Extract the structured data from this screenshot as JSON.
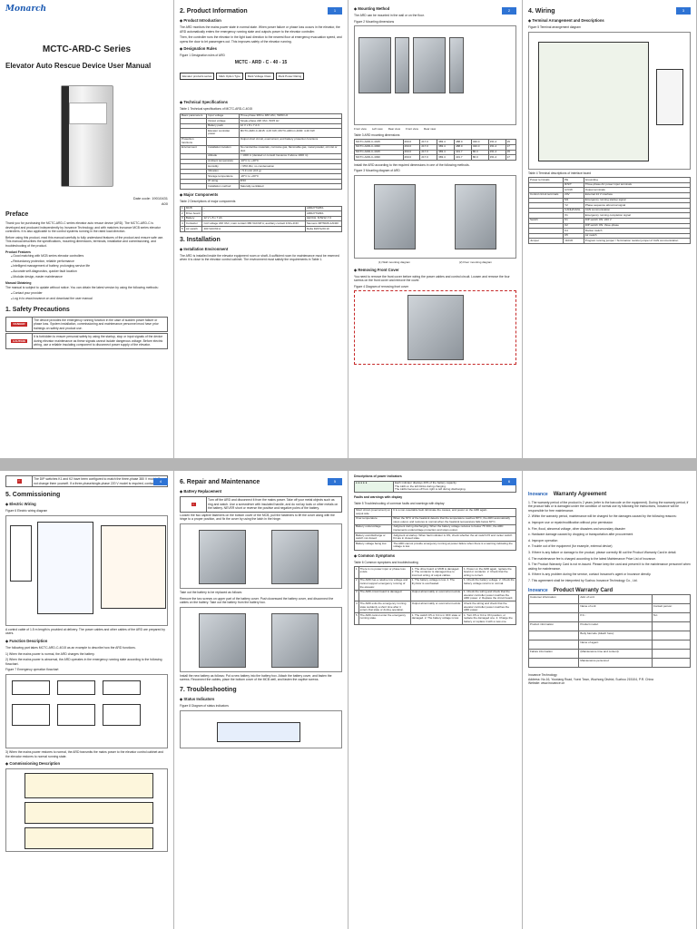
{
  "cover": {
    "logo": "Monarch",
    "series": "MCTC-ARD-C Series",
    "title": "Elevator Auto Rescue Device User Manual",
    "date_code": "Date code: 19010431",
    "version": "A00",
    "preface_heading": "Preface",
    "preface_text": "Thank you for purchasing the MCTC-ARD-C series elevator auto rescue device (ARD). The MCTC-ARD-C is developed and produced independently by Inovance Technology, and with matches Inovance MCB series elevator controllers. It is also applicable to the control systems running in the rated load direction.",
    "preface_text2": "Before using this product, read this manual carefully to fully understand features of the product and ensure safe use. This manual describes the specifications, mounting dimensions, terminals, installation and commissioning, and troubleshooting of the product.",
    "features_heading": "Product Features",
    "features": [
      "Good matching with MCB series elevator controllers",
      "Redundancy protection, reliable performance",
      "Intelligent management of battery, prolonging service life",
      "Accurate self-diagnostics, quicker fault location",
      "Modular design, easier maintenance"
    ],
    "manual_heading": "Manual Obtaining",
    "manual_text": "The manual is subject to update without notice. You can obtain the latest version by using the following methods:",
    "manual_items": [
      "Contact your provider",
      "Log in to www.inovance.cn and download the user manual"
    ],
    "safety_heading": "1. Safety Precautions",
    "safety_rows": [
      {
        "level": "DANGER",
        "text": "The device provides the emergency running function in the case of sudden power failure or phase loss. System installation, commissioning and maintenance personnel must have prior trainings on safety and product use."
      },
      {
        "level": "CAUTION",
        "text": "It is forbidden to ensure personal safety by using the startup, stop or input signals of the device during elevator maintenance as these signals cannot isolate dangerous voltage. Before electric wiring, use a reliable insulating component to disconnect power supply of the elevator."
      }
    ]
  },
  "page2": {
    "num": "1",
    "heading": "2. Product Information",
    "intro_heading": "Product Introduction",
    "intro_text": "The ARD monitors the mains power state in normal state. When power failure or phase loss occurs in the elevator, the ARD automatically enters the emergency running state and outputs power to the elevator controller.",
    "intro_text2": "Then, the controller runs the elevator in the light load direction to the nearest floor at emergency evacuation speed, and opens the door to let passengers out. This improves safety of the elevator running.",
    "design_heading": "Designation Rules",
    "fig1": "Figure 1 Designation rules of ARD",
    "code": "MCTC - ARD - C - 40 - 15",
    "code_parts": [
      "Elevator products series",
      "Mark Option Type",
      "Mark Voltage Class",
      "Mark Power Rating"
    ],
    "spec_heading": "Technical Specifications",
    "tab1": "Table 1 Technical specifications of MCTC-ARD-C-4015",
    "specs": [
      [
        "Basic parameters",
        "Input voltage",
        "Three-phase 380 to 480 VAC, 50/60 Hz"
      ],
      [
        "",
        "Output voltage",
        "Single-phase 220 VAC, 50±5 Hz"
      ],
      [
        "",
        "Battery pack",
        "12 V x 8 x 7 A·h"
      ],
      [
        "",
        "Elevator controller power",
        "MCTC-ARD-C-4015: 4-15 KW; MCTC-ARD-C-4030: 4-30 KW"
      ],
      [
        "Protection functions",
        "",
        "Output short circuit, overcurrent, and battery protection functions"
      ],
      [
        "Environment",
        "Installation location",
        "No conductive materials, corrosive gas, flammable gas, metal powder, oil mist or dust"
      ],
      [
        "",
        "Altitude",
        "< 1000 m (derated or consult Inovance if above 1000 m)"
      ],
      [
        "",
        "Ambient temperature",
        "-10°C to +40°C"
      ],
      [
        "",
        "Humidity",
        "< 95% RH, no condensation"
      ],
      [
        "",
        "Vibration",
        "< 5.9 m/s² (0.6 g)"
      ],
      [
        "",
        "Storage temperature",
        "-20°C to +60°C"
      ],
      [
        "",
        "IP rating",
        "IP20"
      ],
      [
        "",
        "Installation method",
        "Naturally-ventilated"
      ]
    ],
    "major_heading": "Major Components",
    "tab2": "Table 2 Descriptions of major components",
    "components": [
      [
        "1",
        "MCB",
        "-",
        "ARD277025/1"
      ],
      [
        "2",
        "Drive board",
        "-",
        "ARD277029/1"
      ],
      [
        "3",
        "Battery",
        "12 V x 8 x 7 Ah",
        "LEOCH, DJW12-7.0"
      ],
      [
        "4",
        "Contactor",
        "Coil voltage 220 VAC; main contact 380 VAC/18 A; auxiliary contact 1NC+1NO",
        "Siemens 3RT6026-1AN20"
      ],
      [
        "5",
        "Air switch",
        "400 VAC/63 A",
        "Delta DZ47s/2C10"
      ]
    ],
    "install_heading": "3. Installation",
    "env_heading": "Installation Environment",
    "env_text": "The ARD is installed inside the elevator equipment room or shaft. A sufficient room for maintenance must be reserved when it is close to the elevator control cabinet. The environment must satisfy the requirements in Table 1."
  },
  "page3": {
    "num": "2",
    "heading": "Mounting Method",
    "text": "The ARD can be mounted in the wall or on the floor.",
    "fig2": "Figure 2 Mounting dimensions",
    "labels": [
      "Front view",
      "Left view",
      "Rear view",
      "Front view",
      "Rear view"
    ],
    "tab3": "Table 3 ARD mounting dimensions",
    "dims": [
      [
        "MCTC-ARD-C-4015",
        "260.0",
        "217.0",
        "383.4",
        "488.0",
        "430.0",
        "151.2",
        "15"
      ],
      [
        "MCTC-ARD-C-4030",
        "260.0",
        "217.0",
        "383.4",
        "488.0",
        "430.0",
        "151.2",
        "17"
      ],
      [
        "MCTC-ARD-C-4015",
        "260.0",
        "217.0",
        "383.4",
        "431.7",
        "86.0",
        "151.2",
        "15"
      ],
      [
        "MCTC-ARD-C-4030",
        "260.0",
        "217.0",
        "383.4",
        "431.7",
        "86.0",
        "151.2",
        "17"
      ]
    ],
    "mount_text": "Install the ARD according to the required dimensions in one of the following methods.",
    "fig3": "Figure 3 Mounting diagram of ARD",
    "fig3_labels": [
      "(1) Wall mounting diagram",
      "(2) Floor mounting diagram"
    ],
    "remove_heading": "Removing Front Cover",
    "remove_text": "You need to remove the front cover before wiring the power cables and control circuit. Loosen and remove the four screws on the front cover and remove the cover.",
    "fig4": "Figure 4 Diagram of removing front cover"
  },
  "page4": {
    "num": "3",
    "heading": "4. Wiring",
    "sub": "Terminal Arrangement and Descriptions",
    "fig5": "Figure 5 Terminal arrangement diagram",
    "tab4": "Table 4 Terminal descriptions of interface board",
    "rows": [
      [
        "Power terminals",
        "PE",
        "Grounding"
      ],
      [
        "",
        "R/S/T",
        "Three-phase AC power input terminals"
      ],
      [
        "",
        "U/V/W",
        "Output terminals"
      ],
      [
        "Control circuit terminals",
        "24V",
        "External 24 V interface"
      ],
      [
        "",
        "M1",
        "Emergency running startup signal"
      ],
      [
        "",
        "Y2",
        "Phase sequence abnormal signal"
      ],
      [
        "",
        "CANH/CANL",
        "CAN communication"
      ],
      [
        "",
        "X1",
        "Emergency running completion signal"
      ],
      [
        "Switch",
        "K1",
        "DIP switch ON: 220 V"
      ],
      [
        "",
        "K2",
        "DIP switch ON: three-phase"
      ],
      [
        "",
        "K4",
        "Rocker switch"
      ],
      [
        "",
        "K5",
        "Air switch"
      ],
      [
        "Jumper",
        "J10/J6",
        "Program running jumper / Termination resistor jumper of CAN communication"
      ]
    ]
  },
  "page5": {
    "num": "4",
    "warn_text": "The DIP switches K1 and K2 have been configured to match the three-phase 380 V model. Do not change them yourself. If a three-phase/single-phase 220 V model is required, contact",
    "heading": "5. Commissioning",
    "wiring_heading": "Electric Wiring",
    "fig6": "Figure 6 Electric wiring diagram",
    "note": "A control cable of 1.5 m length is provided at delivery. The power cables and other cables of the ARD are prepared by users.",
    "func_heading": "Function Description",
    "func_text": "The following part takes MCTC-ARD-C-4015 as an example to describe how the ARD functions.",
    "func_list": [
      "1) When the mains power is normal, the ARD charges the battery.",
      "2) When the mains power is abnormal, the ARD operates in the emergency running state according to the following flowchart."
    ],
    "fig7": "Figure 7 Emergency operation flowchart",
    "func3": "3) When the mains power restores to normal, the ARD transmits the mains power to the elevator control cabinet and the elevator restores to normal running state.",
    "comm_heading": "Commissioning Description"
  },
  "page6": {
    "num": "5",
    "heading": "6. Repair and Maintenance",
    "battery_heading": "Battery Replacement",
    "caution": "Turn off the ARD and disconnect it from the mains power. Take off your metal objects such as ring and watch. Use a screwdriver with insulated handle, and do not lay tools or other metals on the battery. NEVER short or reverse the positive and negative poles of the battery.",
    "steps1": "Loosen the two captive fasteners on the bottom cover of the MCB, pull the fasteners to lift the cover along with the hinge to a proper position, and fix the cover by using the latch in the hinge.",
    "steps2": "Take out the battery to be replaced as follows:",
    "steps3": "Remove the two screws on upper part of the battery cover. Push downward the battery cover, and disconnect the cables on the battery. Take out the battery from the battery box.",
    "steps4": "Install the new battery as follows: Put a new battery into the battery box. Attach the battery cover, and fasten the screws. Reconnect the cables, place the bottom cover of the MCB well, and fasten the captive screws.",
    "trouble_heading": "7. Troubleshooting",
    "status_heading": "Status Indicators",
    "fig8": "Figure 8 Diagram of status indicators"
  },
  "page7": {
    "num": "6",
    "desc_heading": "Descriptions of power indicators",
    "ind_rows": [
      [
        "Each indicator displays 20% of the battery capacity."
      ],
      [
        "The LED on the left blinks during charging."
      ],
      [
        "The LEDs becomes off from right to left during discharging."
      ]
    ],
    "fault_heading": "Faults and warnings with display",
    "tab5": "Table 5 Troubleshooting of common faults and warnings with display",
    "faults": [
      [
        "Short circuit (overcurrent) on output side",
        "It is a non-resettable fault. Eliminate the causes, and power on the ARD again."
      ],
      [
        "Over-temperature",
        "When the NTC of the heatsink detects that the temperature reaches 80°C, the ARD automatically stops output, and restores to normal when the heatsink temperature falls below 60°C."
      ],
      [
        "Battery undervoltage",
        "Judgment during discharging: When the battery voltage reduces to below 76 VDC, the ARD implements undervoltage protection and stops output."
      ],
      [
        "Battery overdischarge or switch not closed",
        "Judgment at startup: When fault indicator is ON, check whether the air switch K5 and rocker switch K4 are in closed state."
      ],
      [
        "Battery voltage being low",
        "The ARD cannot provide emergency running at power failure when there is a warning indicating the voltage is low."
      ]
    ],
    "common_heading": "Common Symptoms",
    "tab6": "Table 6 Common symptoms and troubleshooting",
    "symptoms": [
      [
        "1",
        "There is no power input or phase loss exists.",
        "1. The drive board or MCB is damaged. 2. The contactor is damaged due to incorrect wiring of output cables.",
        "1. Power on the ARD again, replace the board or contactor. 2. Check that the wiring is correct."
      ],
      [
        "2",
        "The ARD has a relative low voltage and cannot support emergency running of the elevator.",
        "1. The battery voltage is low. 2. The thyristor is overheated.",
        "1. Check the battery voltage. 2. Check the battery voltage returns to normal."
      ],
      [
        "3",
        "The ARD circuit board is damaged.",
        "Output abnormality or overcurrent exists.",
        "1. Check the wiring and check that the elevator controller power matches the ARD power. 2. Replace the circuit board."
      ],
      [
        "4",
        "The ARD exits the emergency running state suddenly a short time after it enters that state or during operation.",
        "Output abnormality or overcurrent exists.",
        "Check the wiring and check that the elevator controller power matches the ARD power."
      ],
      [
        "5",
        "The ARD cannot enter the emergency running state.",
        "1. The switch K5 or K4 is in OFF state or damaged. 2. The battery voltage is low.",
        "1. Turn K5 or K4 to ON position, or replace the damaged one. 2. Charge the battery or replace it with a new one."
      ]
    ]
  },
  "page8": {
    "logo": "Inovance",
    "warranty_heading": "Warranty Agreement",
    "warranty": [
      "1. The warranty period of the product is 2 years (refer to the barcode on the equipment). During the warranty period, if the product fails or is damaged under the condition of normal use by following the instructions, Inovance will be responsible for free maintenance.",
      "2. Within the warranty period, maintenance will be charged for the damages caused by the following reasons:",
      "a. Improper use or repair/modification without prior permission",
      "b. Fire, flood, abnormal voltage, other disasters and secondary disaster",
      "c. Hardware damage caused by dropping or transportation after procurement",
      "d. Improper operation",
      "e. Trouble out of the equipment (for example, external device)",
      "3. If there is any failure or damage to the product, please correctly fill out the Product Warranty Card in detail.",
      "4. The maintenance fee is charged according to the latest Maintenance Price List of Inovance.",
      "5. The Product Warranty Card is not re-issued. Please keep the card and present it to the maintenance personnel when asking for maintenance.",
      "6. If there is any problem during the service, contact Inovance's agent or Inovance directly.",
      "7. This agreement shall be interpreted by Suzhou Inovance Technology Co., Ltd."
    ],
    "card_heading": "Product Warranty Card",
    "card_rows": [
      [
        "Customer information",
        "Add. of unit:",
        ""
      ],
      [
        "",
        "Name of unit:",
        "Contact person:"
      ],
      [
        "",
        "P.C.:",
        "Tel.:"
      ],
      [
        "Product information",
        "Product model:",
        ""
      ],
      [
        "",
        "Body barcode (Attach here):",
        ""
      ],
      [
        "",
        "Name of agent:",
        ""
      ],
      [
        "Failure information",
        "(Maintenance time and content):",
        ""
      ],
      [
        "",
        "Maintenance personnel:",
        ""
      ]
    ],
    "company": "Inovance Technology",
    "address": "Address: No.16, Youxiang Road, Yuexi Town, Wuzhong District, Suzhou 215104, P.R. China",
    "website": "Website: www.inovance.cn"
  }
}
